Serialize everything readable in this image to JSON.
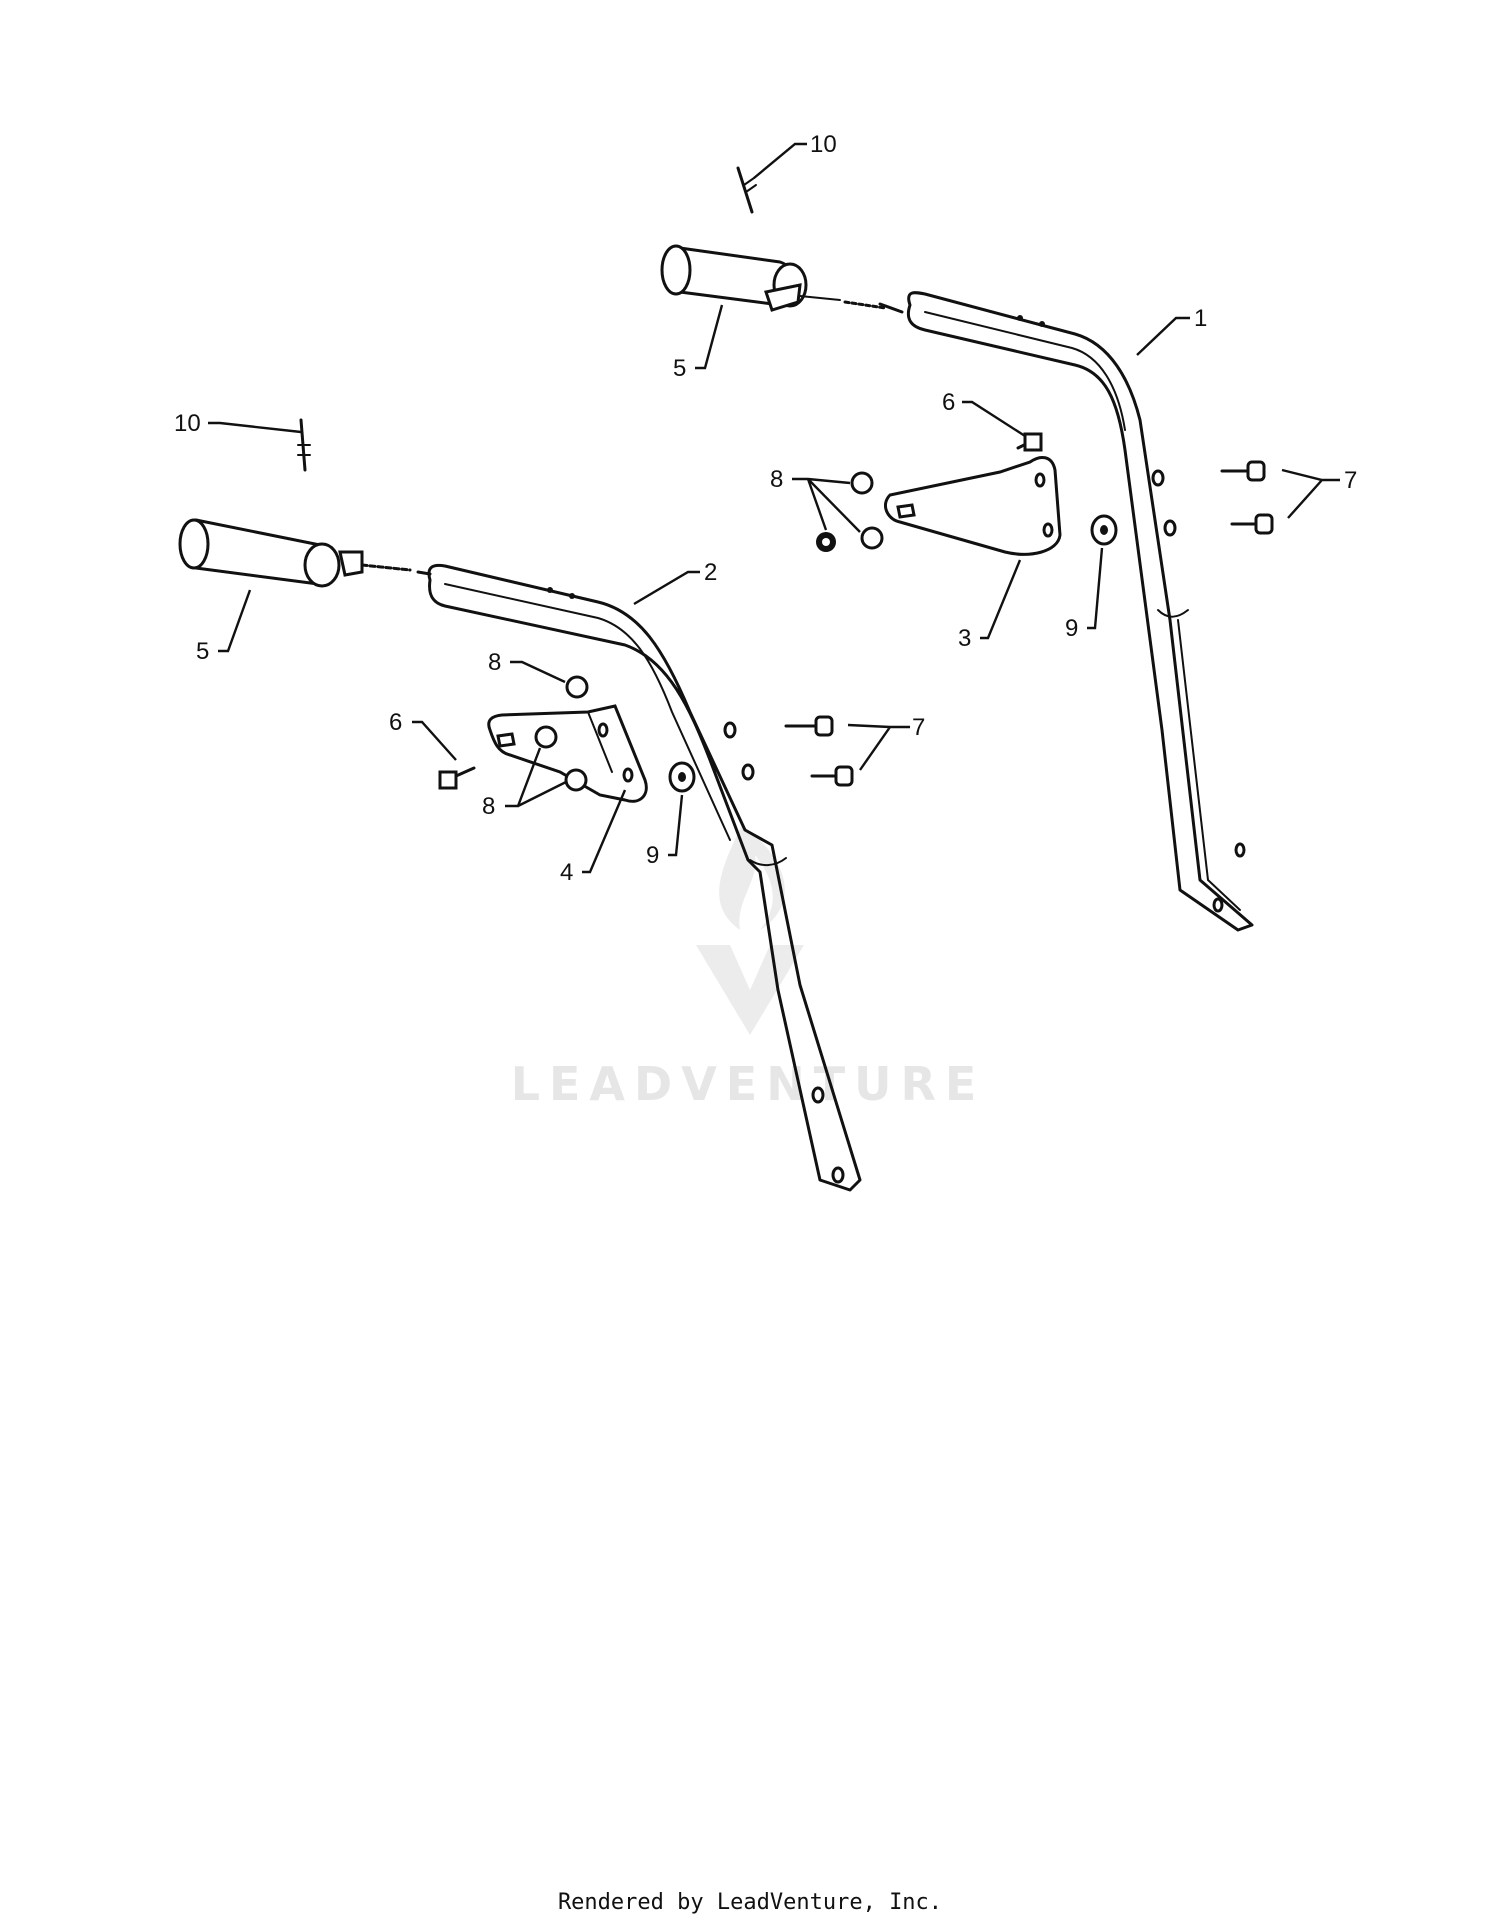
{
  "watermark": {
    "brand": "LEADVENTURE"
  },
  "callouts": {
    "c1": "1",
    "c2": "2",
    "c3": "3",
    "c4": "4",
    "c5a": "5",
    "c5b": "5",
    "c6a": "6",
    "c6b": "6",
    "c7a": "7",
    "c7b": "7",
    "c8a": "8",
    "c8b": "8",
    "c8c": "8",
    "c9a": "9",
    "c9b": "9",
    "c10a": "10",
    "c10b": "10"
  },
  "footer": {
    "text": "Rendered by LeadVenture, Inc."
  },
  "colors": {
    "line": "#111111",
    "watermark": "#e6e6e6",
    "background": "#ffffff"
  }
}
